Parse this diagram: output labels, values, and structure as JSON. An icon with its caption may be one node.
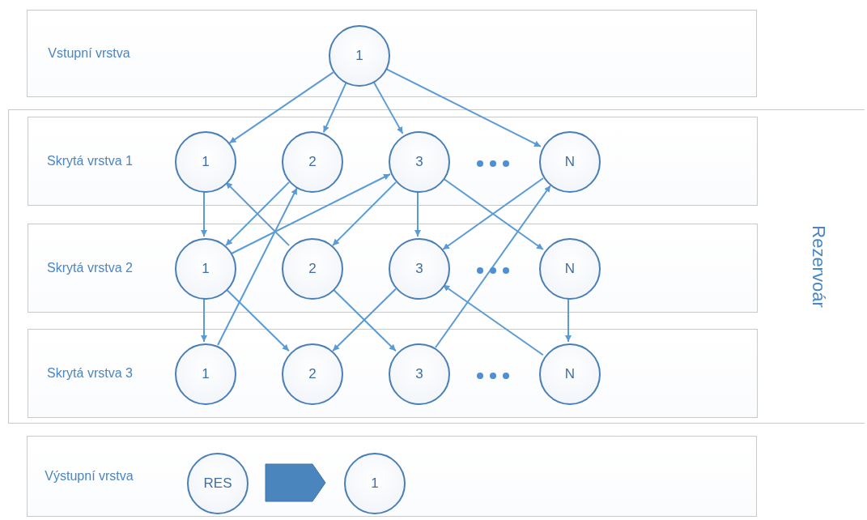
{
  "diagram": {
    "nodes": [
      {
        "text": [
          "Vstupní vrstva"
        ]
      },
      {
        "text": [
          "1"
        ],
        "in": 0
      },
      {
        "text": [
          "Rezervoár"
        ]
      },
      {
        "text": [
          "Skrytá vrstva 1"
        ],
        "in": 2
      },
      {
        "text": [
          "1"
        ],
        "in": 3
      },
      {
        "text": [
          "2"
        ],
        "in": 3
      },
      {
        "text": [
          "3"
        ],
        "in": 3
      },
      {
        "text": [
          "N"
        ],
        "in": 3
      },
      {
        "text": [
          "Skrytá vrstva 2"
        ],
        "in": 2
      },
      {
        "text": [
          "1"
        ],
        "in": 8
      },
      {
        "text": [
          "2"
        ],
        "in": 8
      },
      {
        "text": [
          "3"
        ],
        "in": 8
      },
      {
        "text": [
          "N"
        ],
        "in": 8
      },
      {
        "text": [
          "Skrytá vrstva 3"
        ],
        "in": 2
      },
      {
        "text": [
          "1"
        ],
        "in": 13
      },
      {
        "text": [
          "2"
        ],
        "in": 13
      },
      {
        "text": [
          "3"
        ],
        "in": 13
      },
      {
        "text": [
          "N"
        ],
        "in": 13
      },
      {
        "text": [
          "Výstupní vrstva"
        ]
      },
      {
        "text": [
          "RES"
        ],
        "in": 18
      },
      {
        "text": [
          "1"
        ],
        "in": 18
      }
    ],
    "edges": [
      {
        "from": 1,
        "to": 4,
        "arrow": "to"
      },
      {
        "from": 1,
        "to": 5,
        "arrow": "to"
      },
      {
        "from": 1,
        "to": 6,
        "arrow": "to"
      },
      {
        "from": 1,
        "to": 7,
        "arrow": "to"
      },
      {
        "from": 4,
        "to": 9,
        "arrow": "to"
      },
      {
        "from": 10,
        "to": 4,
        "arrow": "to"
      },
      {
        "from": 5,
        "to": 9,
        "arrow": "to"
      },
      {
        "from": 14,
        "to": 5,
        "arrow": "to"
      },
      {
        "from": 9,
        "to": 6,
        "arrow": "to"
      },
      {
        "from": 6,
        "to": 10,
        "arrow": "to"
      },
      {
        "from": 6,
        "to": 11,
        "arrow": "to"
      },
      {
        "from": 6,
        "to": 12,
        "arrow": "to"
      },
      {
        "from": 7,
        "to": 11,
        "arrow": "to"
      },
      {
        "from": 16,
        "to": 7,
        "arrow": "to"
      },
      {
        "from": 9,
        "to": 14,
        "arrow": "to"
      },
      {
        "from": 9,
        "to": 15,
        "arrow": "to"
      },
      {
        "from": 10,
        "to": 16,
        "arrow": "to"
      },
      {
        "from": 11,
        "to": 15,
        "arrow": "to"
      },
      {
        "from": 17,
        "to": 11,
        "arrow": "to"
      },
      {
        "from": 12,
        "to": 17,
        "arrow": "to"
      },
      {
        "from": 19,
        "to": 20,
        "arrow": "to",
        "style": "thick"
      }
    ]
  }
}
